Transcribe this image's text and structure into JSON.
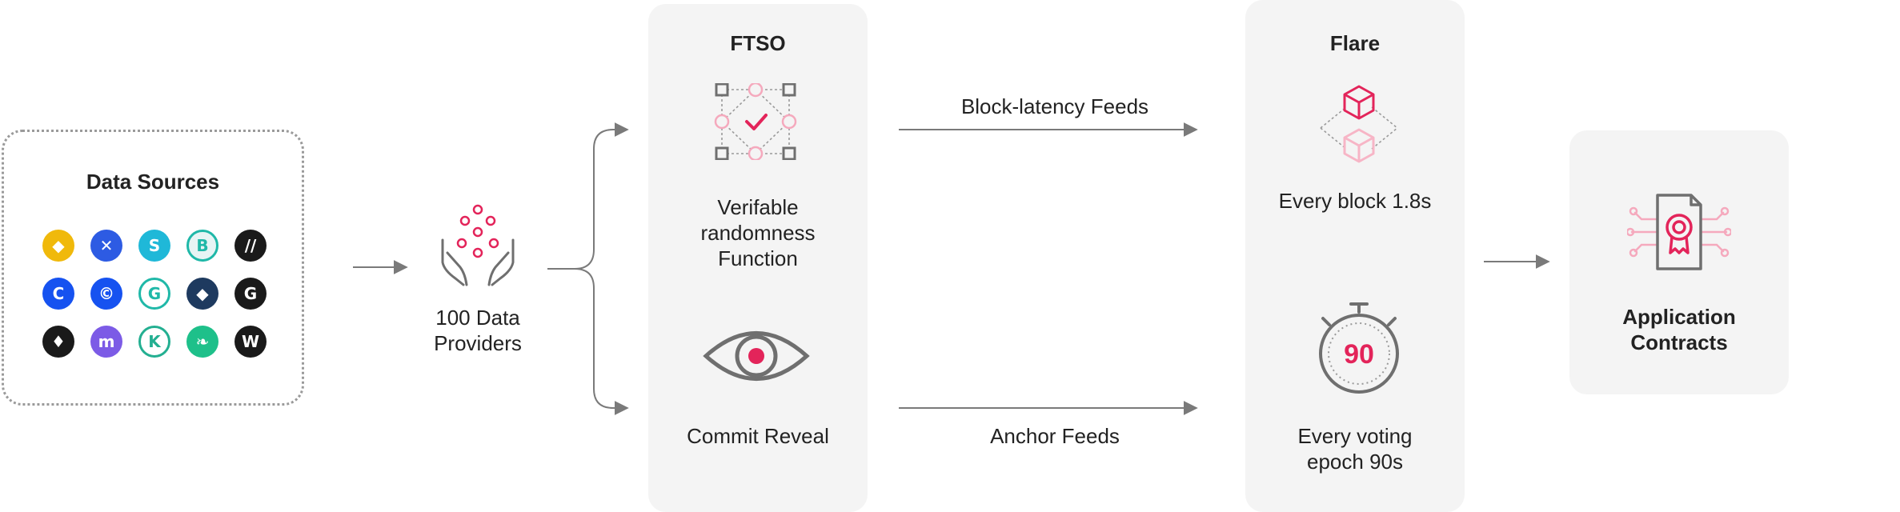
{
  "data_sources": {
    "title": "Data Sources",
    "icons": [
      {
        "name": "binance-icon",
        "bg": "#f0b90b",
        "glyph": "◆"
      },
      {
        "name": "crossx-icon",
        "bg": "#2d5be3",
        "glyph": "✕"
      },
      {
        "name": "bitstamp-icon",
        "bg": "#1fb8d8",
        "glyph": "S"
      },
      {
        "name": "b-exchange-icon",
        "bg": "#e6f4f4",
        "glyph": "B"
      },
      {
        "name": "bitmex-icon",
        "bg": "#1a1a1a",
        "glyph": "//"
      },
      {
        "name": "coinbase-icon",
        "bg": "#1652f0",
        "glyph": "C"
      },
      {
        "name": "crypto-com-icon",
        "bg": "#1652f0",
        "glyph": "©"
      },
      {
        "name": "coinex-icon",
        "bg": "#ffffff",
        "glyph": "G"
      },
      {
        "name": "ethereum-icon",
        "bg": "#1e3a5f",
        "glyph": "◆"
      },
      {
        "name": "gate-icon",
        "bg": "#1a1a1a",
        "glyph": "G"
      },
      {
        "name": "huobi-icon",
        "bg": "#1a1a1a",
        "glyph": "♦"
      },
      {
        "name": "kraken-icon",
        "bg": "#7c5be6",
        "glyph": "m"
      },
      {
        "name": "kucoin-icon",
        "bg": "#ffffff",
        "glyph": "K"
      },
      {
        "name": "bitfinex-icon",
        "bg": "#1ec08a",
        "glyph": "❧"
      },
      {
        "name": "woo-icon",
        "bg": "#1a1a1a",
        "glyph": "W"
      }
    ]
  },
  "providers": {
    "label": "100 Data Providers",
    "line1": "100 Data",
    "line2": "Providers"
  },
  "ftso": {
    "title": "FTSO",
    "vrf_line1": "Verifable",
    "vrf_line2": "randomness",
    "vrf_line3": "Function",
    "commit_label": "Commit Reveal"
  },
  "flows": {
    "top_label": "Block-latency Feeds",
    "bottom_label": "Anchor Feeds"
  },
  "flare": {
    "title": "Flare",
    "block_label": "Every block 1.8s",
    "timer_value": "90",
    "epoch_line1": "Every voting",
    "epoch_line2": "epoch 90s"
  },
  "app": {
    "line1": "Application",
    "line2": "Contracts"
  },
  "colors": {
    "accent": "#e3245a",
    "accent_light": "#f7b5c6",
    "gray": "#6f6f6f",
    "panel": "#f4f4f4"
  }
}
